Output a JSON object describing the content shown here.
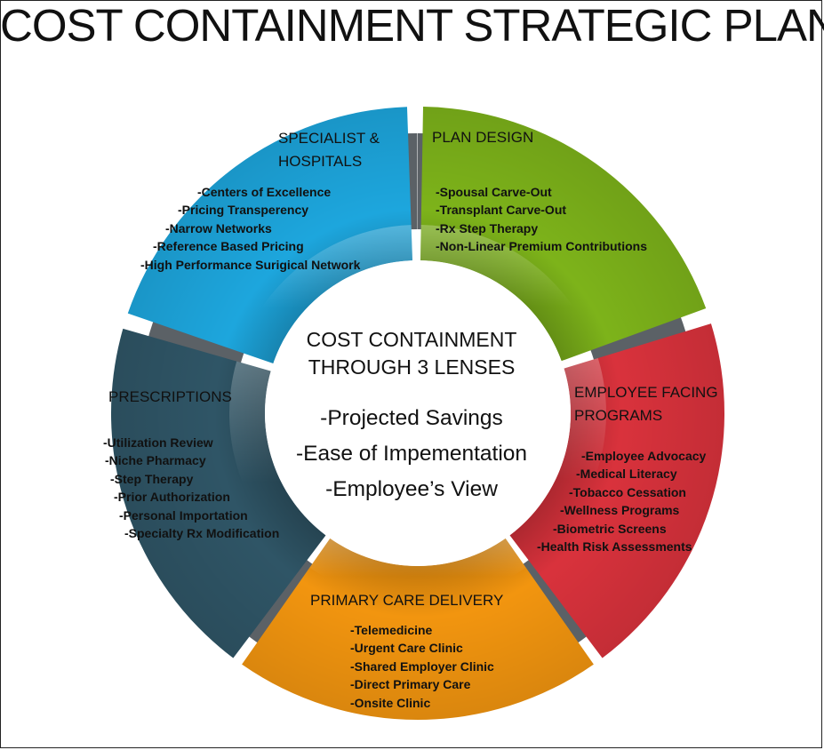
{
  "title": "COST CONTAINMENT STRATEGIC PLAN",
  "center": {
    "title_lines": [
      "COST CONTAINMENT",
      "THROUGH 3 LENSES"
    ],
    "lenses": [
      "-Projected Savings",
      "-Ease of Impementation",
      "-Employee’s View"
    ]
  },
  "segments": [
    {
      "id": "plan-design",
      "title_lines": [
        "PLAN DESIGN"
      ],
      "color": "#7db31a",
      "items": [
        "-Spousal Carve-Out",
        "-Transplant Carve-Out",
        "-Rx  Step Therapy",
        "-Non-Linear Premium Contributions"
      ]
    },
    {
      "id": "employee-facing-programs",
      "title_lines": [
        "EMPLOYEE FACING",
        "PROGRAMS"
      ],
      "color": "#d9323c",
      "items": [
        "-Employee Advocacy",
        "-Medical Literacy",
        "-Tobacco Cessation",
        "-Wellness Programs",
        "-Biometric Screens",
        "-Health Risk Assessments"
      ]
    },
    {
      "id": "primary-care-delivery",
      "title_lines": [
        "PRIMARY CARE DELIVERY"
      ],
      "color": "#f2950f",
      "items": [
        "-Telemedicine",
        "-Urgent Care Clinic",
        "-Shared Employer Clinic",
        "-Direct Primary Care",
        "-Onsite Clinic"
      ]
    },
    {
      "id": "prescriptions",
      "title_lines": [
        "PRESCRIPTIONS"
      ],
      "color": "#2f5566",
      "items": [
        "-Utilization Review",
        "-Niche Pharmacy",
        "-Step Therapy",
        "-Prior Authorization",
        "-Personal Importation",
        "-Specialty Rx Modification"
      ]
    },
    {
      "id": "specialist-hospitals",
      "title_lines": [
        "SPECIALIST &",
        "HOSPITALS"
      ],
      "color": "#1da6dd",
      "items": [
        "-Centers of Excellence",
        "-Pricing Transperency",
        "-Narrow Networks",
        "-Reference Based Pricing",
        "-High Performance Surigical Network"
      ]
    }
  ],
  "ring_gap_color": "#5b6166"
}
